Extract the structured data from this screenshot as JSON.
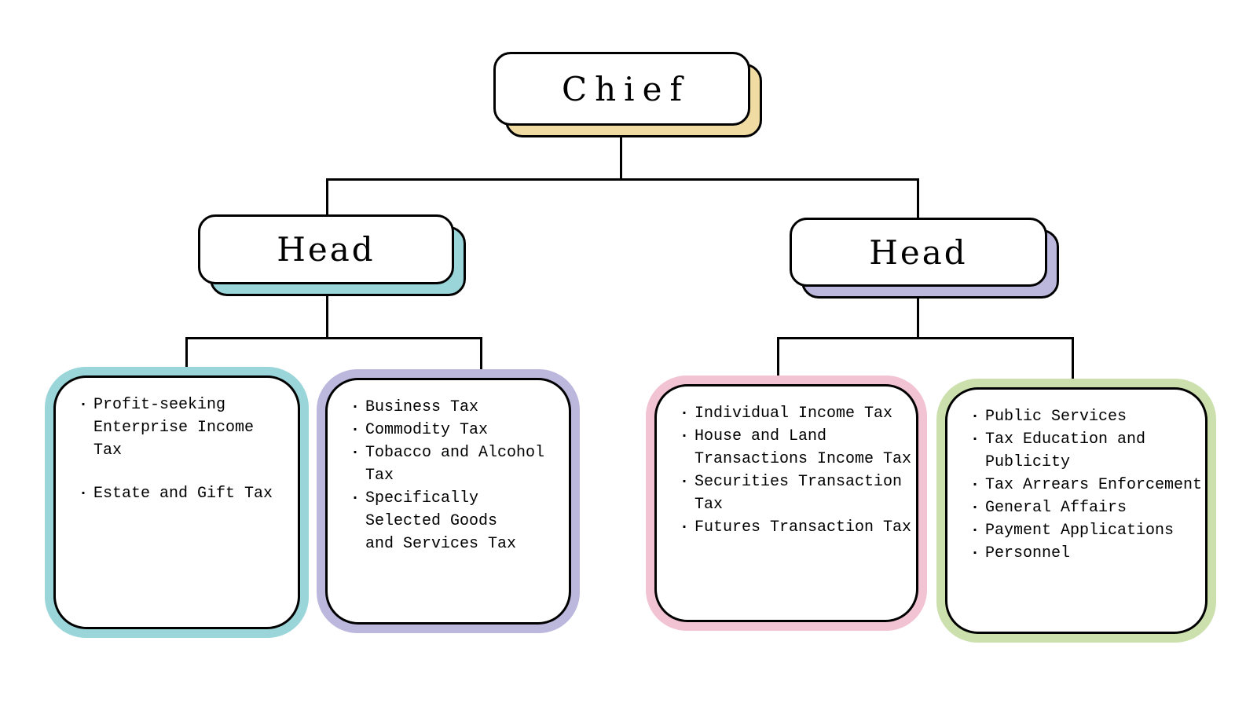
{
  "diagram": {
    "type": "org-chart",
    "bullet": "·",
    "line_color": "#000000",
    "root": {
      "label": "Chief",
      "accent_color": "#F0DCA3"
    },
    "branches": [
      {
        "label": "Head",
        "accent_color": "#9AD5DA"
      },
      {
        "label": "Head",
        "accent_color": "#BCB7DD"
      }
    ],
    "groups": [
      {
        "accent_color": "#9AD5DA",
        "items": [
          "Profit-seeking\nEnterprise Income\nTax",
          "Estate and Gift Tax"
        ]
      },
      {
        "accent_color": "#BCB7DD",
        "items": [
          "Business Tax",
          "Commodity Tax",
          "Tobacco and Alcohol\nTax",
          "Specifically\nSelected Goods\nand Services Tax"
        ]
      },
      {
        "accent_color": "#F2C3D2",
        "items": [
          "Individual Income Tax",
          "House and Land\nTransactions Income Tax",
          "Securities Transaction\nTax",
          "Futures Transaction Tax"
        ]
      },
      {
        "accent_color": "#CCE0AE",
        "items": [
          "Public Services",
          "Tax Education and\nPublicity",
          "Tax Arrears Enforcement",
          "General Affairs",
          "Payment Applications",
          "Personnel"
        ]
      }
    ]
  }
}
